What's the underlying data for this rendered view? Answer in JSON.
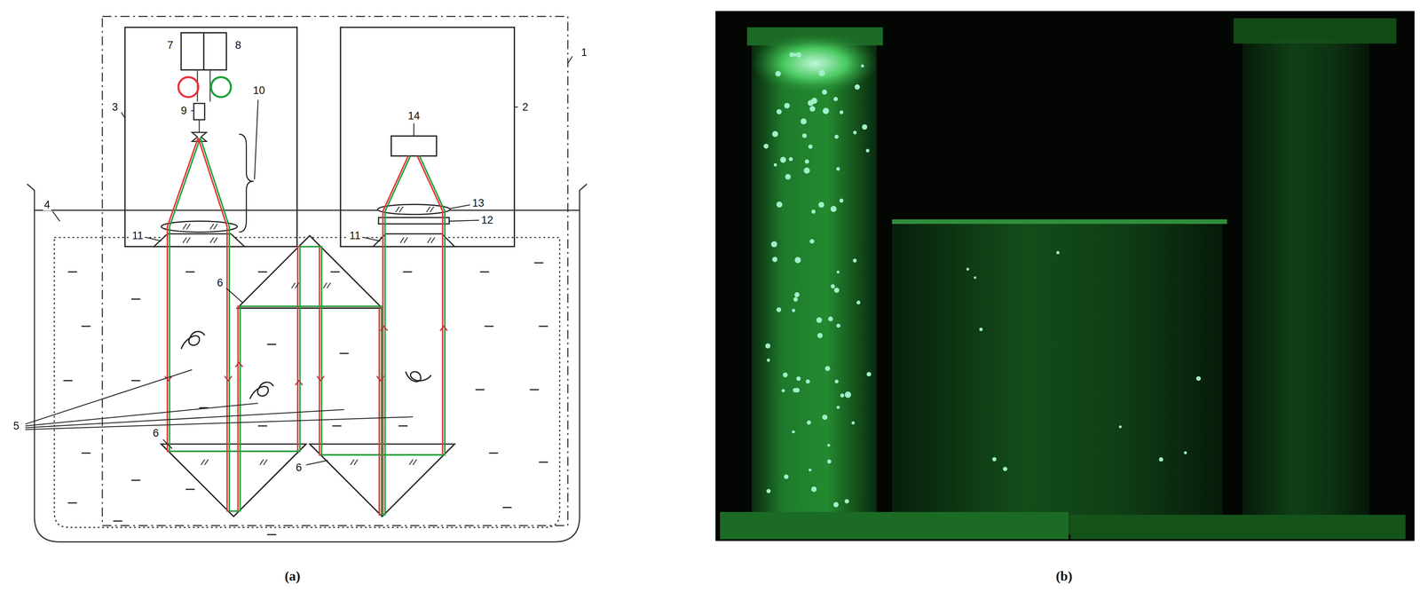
{
  "diagram": {
    "labels": [
      "1",
      "2",
      "3",
      "4",
      "5",
      "6",
      "6",
      "6",
      "7",
      "8",
      "9",
      "10",
      "11",
      "11",
      "12",
      "13",
      "14",
      "(a)",
      "(b)"
    ]
  }
}
